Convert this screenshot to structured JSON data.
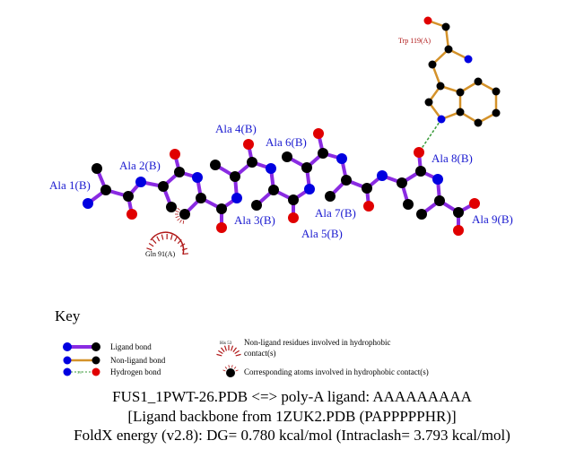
{
  "colors": {
    "ligand_bond": "#8a2be2",
    "nonligand_bond": "#d4922a",
    "carbon": "#000000",
    "nitrogen": "#0000e0",
    "oxygen": "#e00000",
    "hbond": "#3a9a3a",
    "hydrophobic": "#b01818",
    "residue_label": "#1a1ad0"
  },
  "ligand_labels": [
    "Ala 1(B)",
    "Ala 2(B)",
    "Ala 3(B)",
    "Ala 4(B)",
    "Ala 5(B)",
    "Ala 6(B)",
    "Ala 7(B)",
    "Ala 8(B)",
    "Ala 9(B)"
  ],
  "nonligand_residue": "Trp 119(A)",
  "hydrophobic_residue": "Gln 91(A)",
  "key": {
    "title": "Key",
    "ligand_bond": "Ligand bond",
    "nonligand_bond": "Non-ligand bond",
    "hydrogen_bond": "Hydrogen bond",
    "hbond_distance": "3.0",
    "hydrophobic_example": "His 53",
    "hydrophobic_residues": "Non-ligand residues involved in hydrophobic",
    "hydrophobic_residues_2": "contact(s)",
    "hydrophobic_atoms": "Corresponding atoms involved in hydrophobic contact(s)"
  },
  "caption": {
    "line1": "FUS1_1PWT-26.PDB <=> poly-A ligand: AAAAAAAAA",
    "line2": "[Ligand backbone from 1ZUK2.PDB (PAPPPPPHR)]",
    "line3": "FoldX energy (v2.8): DG= 0.780 kcal/mol (Intraclash= 3.793 kcal/mol)"
  }
}
